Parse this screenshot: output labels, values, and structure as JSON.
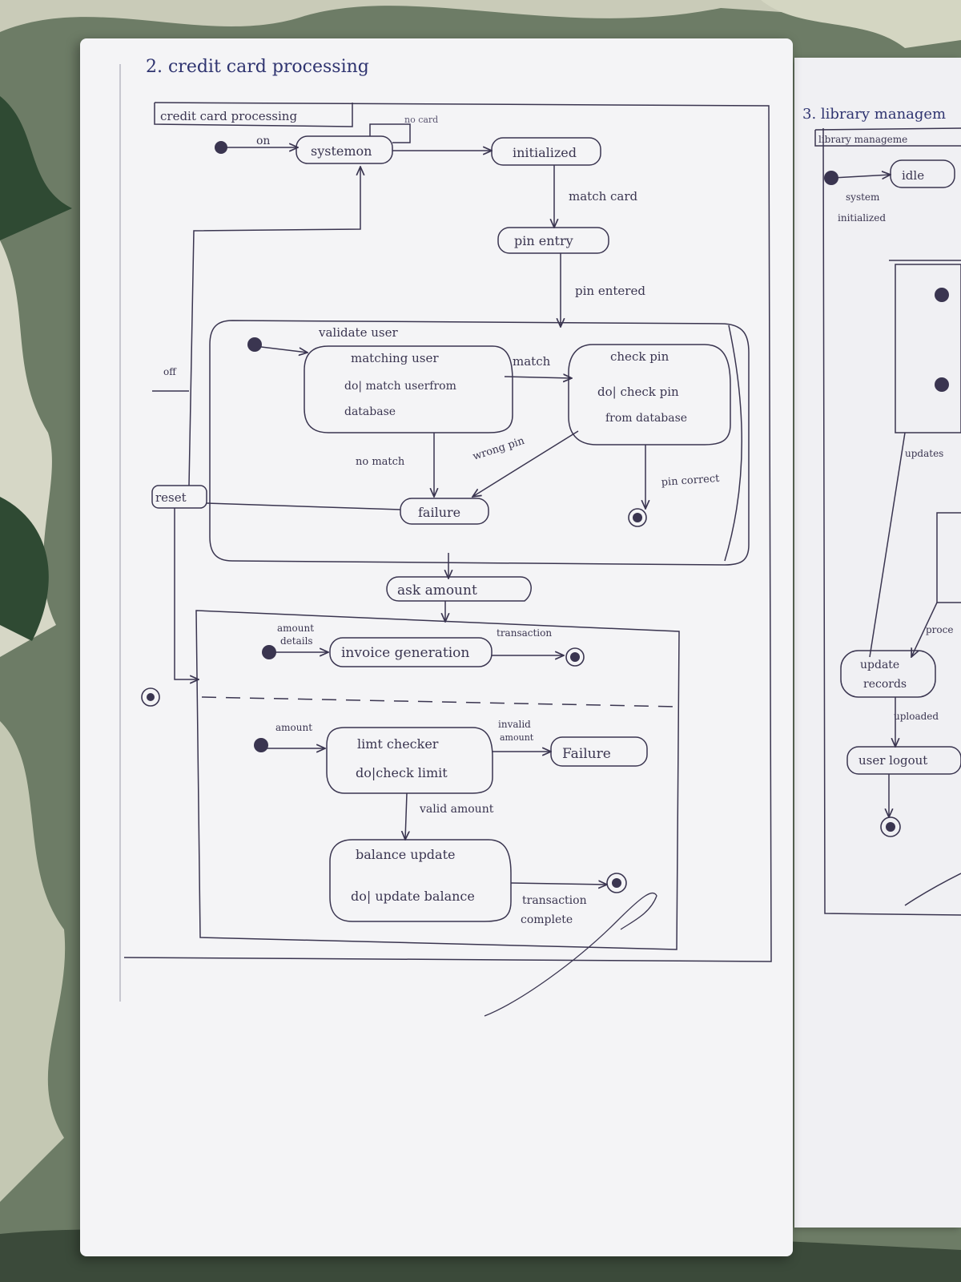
{
  "heading": "2. credit card processing",
  "frame_title": "credit card processing",
  "states": {
    "system_on": "systemon",
    "initialized": "initialized",
    "pin_entry": "pin entry",
    "failure_top": "failure",
    "ask_amount": "ask amount",
    "invoice_generation": "invoice generation",
    "failure_bottom": "Failure",
    "user_logout": "user logout",
    "update_records_1": "update",
    "update_records_2": "records",
    "idle": "idle"
  },
  "composite_validate": {
    "title": "validate user",
    "matching_user": {
      "name": "matching user",
      "activity_1": "do| match userfrom",
      "activity_2": "database"
    },
    "check_pin": {
      "name": "check pin",
      "activity_1": "do| check pin",
      "activity_2": "from database"
    }
  },
  "transaction_region": {
    "limit_checker": {
      "name": "limt checker",
      "activity": "do|check limit"
    },
    "balance_update": {
      "name": "balance update",
      "activity": "do| update balance"
    }
  },
  "transitions": {
    "on": "on",
    "no_card": "no card",
    "match_card": "match card",
    "pin_entered": "pin entered",
    "match": "match",
    "no_match": "no match",
    "wrong_pin": "wrong pin",
    "pin_correct": "pin correct",
    "reset": "reset",
    "off": "off",
    "amount_details_1": "amount",
    "amount_details_2": "details",
    "transaction": "transaction",
    "amount": "amount",
    "invalid_amount_1": "invalid",
    "invalid_amount_2": "amount",
    "valid_amount": "valid amount",
    "transaction_complete_1": "transaction",
    "transaction_complete_2": "complete",
    "updates": "updates",
    "uploaded": "uploaded",
    "process": "proce"
  },
  "side_page": {
    "heading": "3. library managem",
    "frame_title": "library manageme",
    "system_initialized_1": "system",
    "system_initialized_2": "initialized"
  },
  "colors": {
    "ink": "#3a3550",
    "paper": "#f4f4f6",
    "background": "#5e6f58"
  }
}
